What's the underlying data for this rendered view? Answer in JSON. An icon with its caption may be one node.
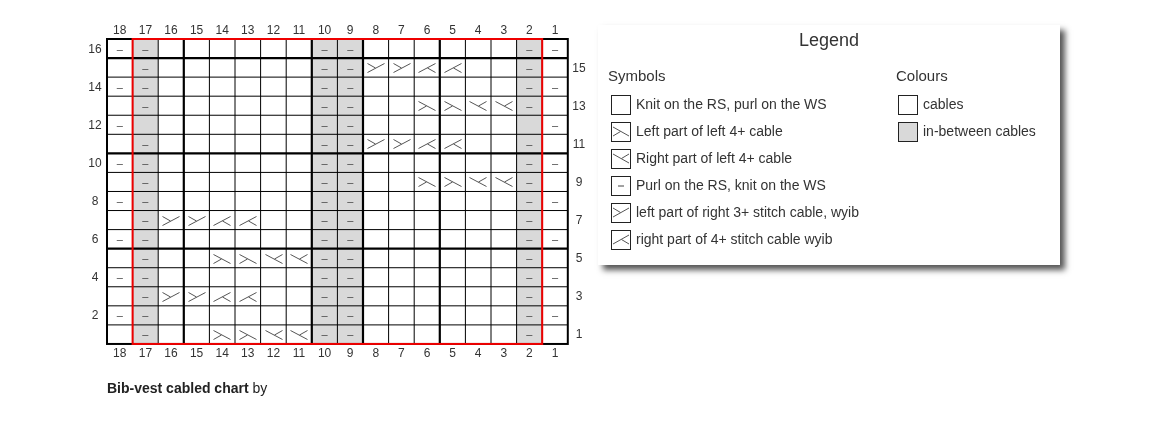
{
  "diagram": {
    "title": "**Bib-vest cabled chart** by",
    "labels": [
      "18",
      "17",
      "16",
      "15",
      "14",
      "13",
      "12",
      "11",
      "10",
      "9",
      "8",
      "7",
      "6",
      "5",
      "4",
      "3",
      "2",
      "1",
      "16",
      "–",
      "–",
      "–",
      "–",
      "–",
      "–",
      "–",
      "–",
      "–",
      "–",
      "15",
      "14",
      "–",
      "–",
      "–",
      "–",
      "–",
      "–",
      "–",
      "–",
      "–",
      "–",
      "13",
      "12",
      "–",
      "–",
      "–",
      "–",
      "–",
      "–",
      "–",
      "–",
      "11",
      "10",
      "–",
      "–",
      "–",
      "–",
      "–",
      "–",
      "–",
      "–",
      "–",
      "–",
      "9",
      "8",
      "–",
      "–",
      "–",
      "–",
      "–",
      "–",
      "–",
      "–",
      "–",
      "–",
      "7",
      "6",
      "–",
      "–",
      "–",
      "–",
      "–",
      "–",
      "–",
      "–",
      "–",
      "–",
      "5",
      "4",
      "–",
      "–",
      "–",
      "–",
      "–",
      "–",
      "–",
      "–",
      "–",
      "–",
      "3",
      "2",
      "–",
      "–",
      "–",
      "–",
      "–",
      "–",
      "–",
      "–",
      "–",
      "–",
      "1",
      "18",
      "17",
      "16",
      "15",
      "14",
      "13",
      "12",
      "11",
      "10",
      "9",
      "8",
      "7",
      "6",
      "5",
      "4",
      "3",
      "2",
      "1",
      "Legend",
      "Symbols",
      "Colours"
    ],
    "legend": [
      {
        "text": "Knit on the RS, purl on the WS"
      },
      {
        "text": "Left part of left 4+ cable"
      },
      {
        "text": "Right part of left 4+ cable"
      },
      {
        "text": "Purl on the RS, knit on the WS"
      },
      {
        "text": "left part of right 3+ stitch cable, wyib"
      },
      {
        "text": "right part of 4+ stitch cable wyib"
      },
      {
        "text": "cables",
        "color": "#ffffff"
      },
      {
        "text": "in-between cables",
        "color": "#d9d9d9"
      }
    ]
  }
}
